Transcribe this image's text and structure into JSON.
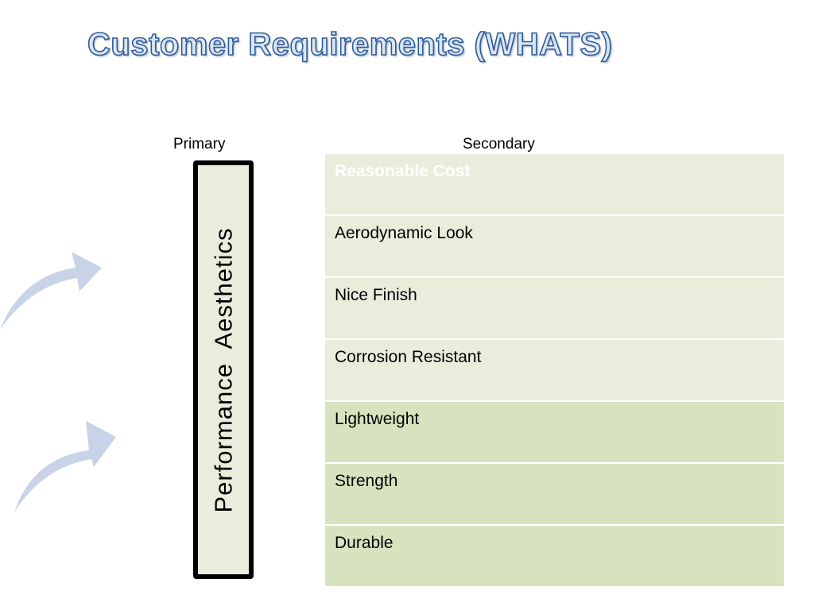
{
  "slide": {
    "title": "Customer Requirements (WHATS)"
  },
  "headers": {
    "primary": "Primary",
    "secondary": "Secondary"
  },
  "primary": {
    "label": "Performance  Aesthetics"
  },
  "secondary": {
    "items": [
      {
        "label": "Reasonable Cost",
        "shade": "light"
      },
      {
        "label": "Aerodynamic Look",
        "shade": "light"
      },
      {
        "label": "Nice Finish",
        "shade": "light"
      },
      {
        "label": "Corrosion Resistant",
        "shade": "light"
      },
      {
        "label": "Lightweight",
        "shade": "dark"
      },
      {
        "label": "Strength",
        "shade": "dark"
      },
      {
        "label": "Durable",
        "shade": "dark"
      }
    ]
  },
  "decorations": {
    "arrow_icon": "curved-arrow-icon",
    "arrow_color": "#c9d3e8"
  },
  "colors": {
    "title_fill": "#dbe6f3",
    "title_outline": "#2e5c96",
    "row_light": "#e9eedc",
    "row_dark": "#d7e3bf"
  }
}
